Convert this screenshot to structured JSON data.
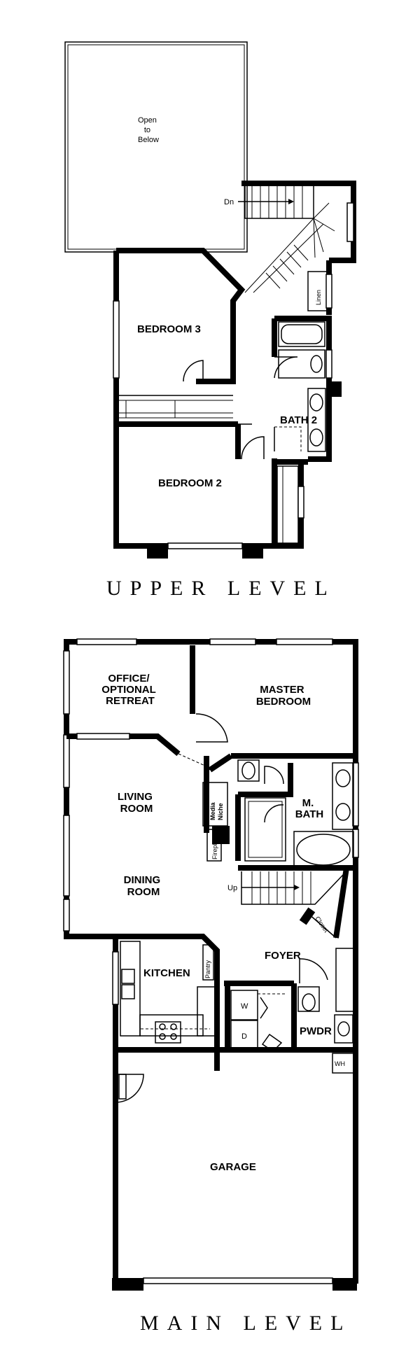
{
  "upper_level": {
    "title": "UPPER LEVEL",
    "rooms": {
      "open_to_below": "Open\nto\nBelow",
      "bedroom3": "BEDROOM 3",
      "bedroom2": "BEDROOM 2",
      "bath2": "BATH 2",
      "linen": "Linen",
      "stairs_down": "Dn"
    }
  },
  "main_level": {
    "title": "MAIN LEVEL",
    "rooms": {
      "office_line1": "OFFICE/",
      "office_line2": "OPTIONAL",
      "office_line3": "RETREAT",
      "master_line1": "MASTER",
      "master_line2": "BEDROOM",
      "living_line1": "LIVING",
      "living_line2": "ROOM",
      "dining_line1": "DINING",
      "dining_line2": "ROOM",
      "media_line1": "Media",
      "media_line2": "Niche",
      "fireplace": "Fireplace",
      "mbath_line1": "M.",
      "mbath_line2": "BATH",
      "stairs_up": "Up",
      "closet": "Closet",
      "foyer": "FOYER",
      "kitchen": "KITCHEN",
      "pantry": "Pantry",
      "washer": "W",
      "dryer": "D",
      "powder": "PWDR",
      "water_heater": "WH",
      "garage": "GARAGE"
    }
  }
}
